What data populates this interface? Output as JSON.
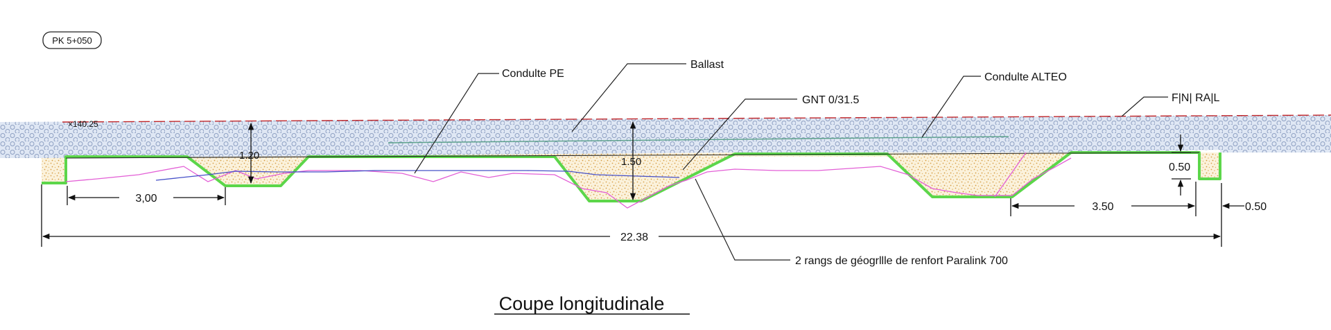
{
  "drawing": {
    "pk_tag": "PK 5+050",
    "level_mark": "×140.25",
    "title": "Coupe longitudinale"
  },
  "labels": {
    "conduite_pe": "Condulte PE",
    "ballast": "Ballast",
    "gnt": "GNT 0/31.5",
    "conduite_alteo": "Condulte ALTEO",
    "fini_rail": "F|N| RA|L",
    "geogrille": "2 rangs de géogrllle de renfort Paralink 700"
  },
  "dimensions": {
    "depth_left": "1.20",
    "depth_center": "1.50",
    "depth_right": "0.50",
    "width_left": "3,00",
    "width_right": "3.50",
    "width_end": "0.50",
    "total_length": "22.38"
  },
  "colors": {
    "ballast_fill": "#dfe7f4",
    "ballast_circle": "#8d9fc2",
    "gnt_fill": "#fbf2dc",
    "gnt_dots": "#d8a14a",
    "geogrid": "#5cd64a",
    "pink_line": "#e35fd6",
    "blue_line": "#4650c8",
    "rail_dash": "#c0262a"
  }
}
